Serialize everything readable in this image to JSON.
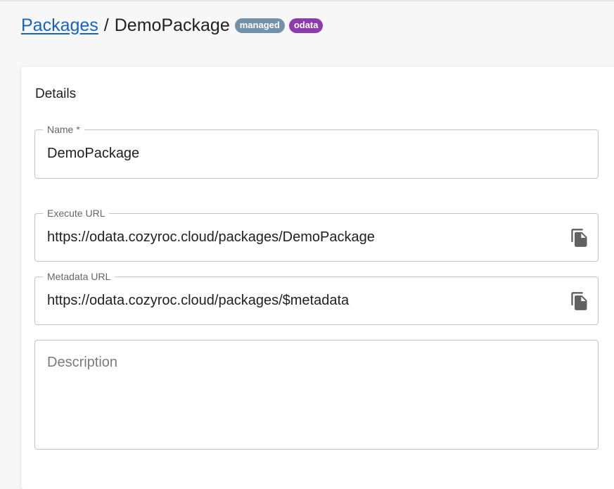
{
  "breadcrumb": {
    "parent_label": "Packages",
    "separator": "/",
    "current_label": "DemoPackage"
  },
  "badges": [
    {
      "label": "managed",
      "color": "#7391a8"
    },
    {
      "label": "odata",
      "color": "#8e3bab"
    }
  ],
  "details": {
    "title": "Details",
    "name_field": {
      "label": "Name *",
      "value": "DemoPackage"
    },
    "execute_url_field": {
      "label": "Execute URL",
      "value": "https://odata.cozyroc.cloud/packages/DemoPackage",
      "copy_icon": "copy-icon"
    },
    "metadata_url_field": {
      "label": "Metadata URL",
      "value": "https://odata.cozyroc.cloud/packages/$metadata",
      "copy_icon": "copy-icon"
    },
    "description_field": {
      "placeholder": "Description",
      "value": ""
    }
  },
  "colors": {
    "link": "#1565c0",
    "field_border": "#c4c4c4",
    "icon": "#616161"
  }
}
